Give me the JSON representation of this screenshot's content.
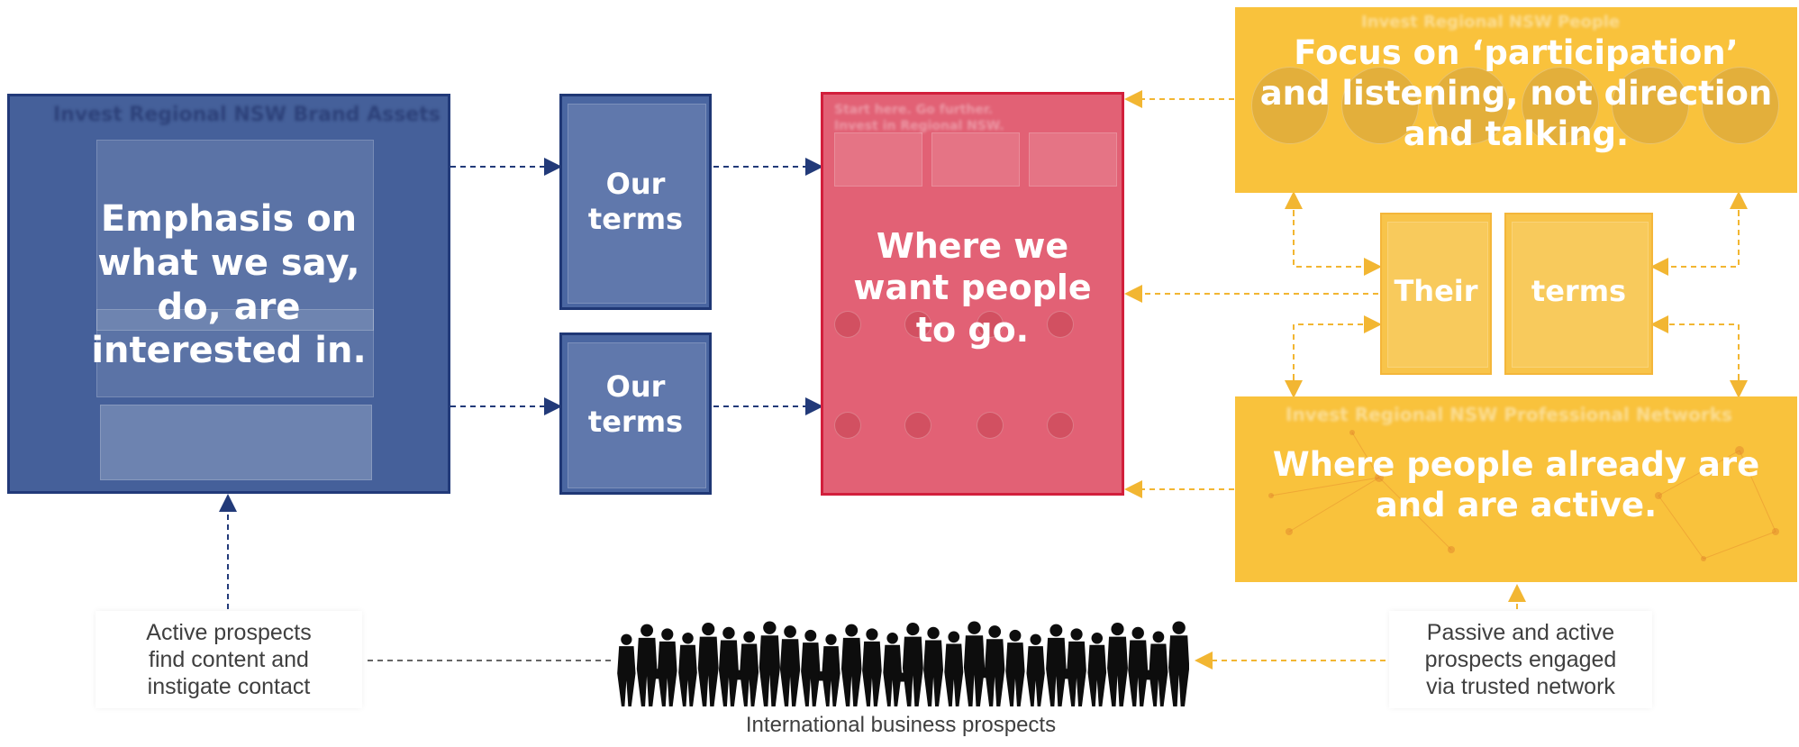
{
  "colors": {
    "blue": "#223a79",
    "red": "#d21f3c",
    "yellow": "#f9c23c",
    "caption_text": "#3f3f3f"
  },
  "brand_assets": {
    "heading": "Invest Regional NSW Brand Assets",
    "overlay": "Emphasis on\nwhat we say,\ndo, are\ninterested in."
  },
  "our_terms_top": {
    "overlay": "Our\nterms"
  },
  "our_terms_bottom": {
    "overlay": "Our\nterms"
  },
  "destination": {
    "heading": "Start here. Go further.\nInvest in Regional NSW.",
    "overlay": "Where we\nwant people\nto go."
  },
  "people": {
    "heading": "Invest Regional NSW People",
    "overlay": "Focus on ‘participation’\nand listening, not direction\nand talking."
  },
  "their_terms_left": {
    "overlay": "Their"
  },
  "their_terms_right": {
    "overlay": "terms"
  },
  "networks": {
    "heading": "Invest Regional NSW Professional Networks",
    "overlay": "Where people already are\nand are active."
  },
  "captions": {
    "active": "Active prospects\nfind content and\ninstigate contact",
    "passive": "Passive and active\nprospects engaged\nvia trusted network",
    "crowd": "International business prospects"
  },
  "icons": {
    "crowd": "business-people-silhouettes-icon"
  }
}
